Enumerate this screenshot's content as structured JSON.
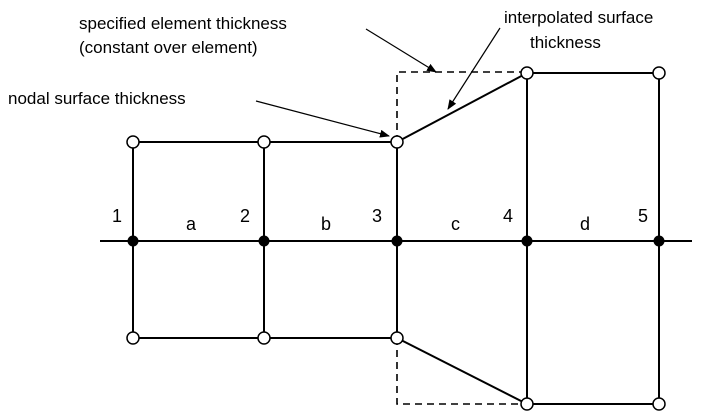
{
  "annotations": {
    "specified_line1": "specified element thickness",
    "specified_line2": "(constant over element)",
    "interpolated_line1": "interpolated surface",
    "interpolated_line2": "thickness",
    "nodal": "nodal surface thickness"
  },
  "nodes": [
    {
      "id": "node-1",
      "label": "1"
    },
    {
      "id": "node-2",
      "label": "2"
    },
    {
      "id": "node-3",
      "label": "3"
    },
    {
      "id": "node-4",
      "label": "4"
    },
    {
      "id": "node-5",
      "label": "5"
    }
  ],
  "elements": [
    {
      "id": "element-a",
      "label": "a"
    },
    {
      "id": "element-b",
      "label": "b"
    },
    {
      "id": "element-c",
      "label": "c"
    },
    {
      "id": "element-d",
      "label": "d"
    }
  ],
  "colors": {
    "line": "#000000",
    "background": "#ffffff"
  }
}
